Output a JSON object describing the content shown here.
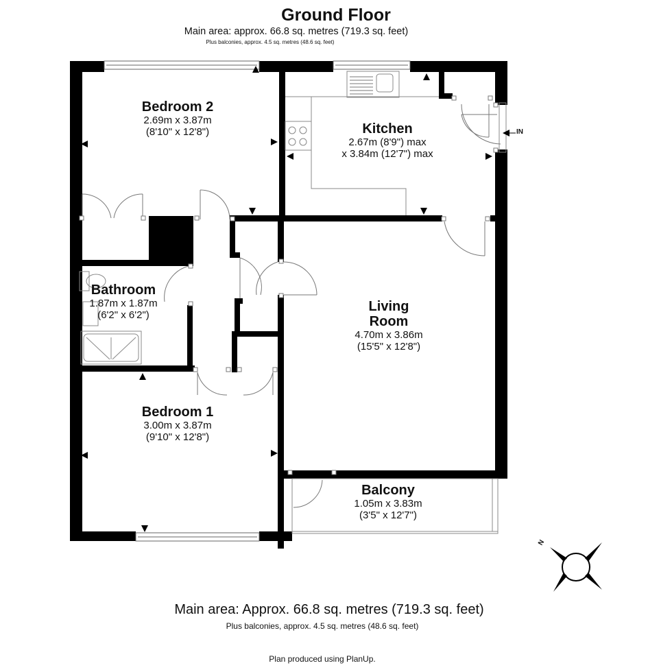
{
  "header": {
    "title": "Ground Floor",
    "main_area": "Main area: approx. 66.8 sq. metres (719.3 sq. feet)",
    "balconies": "Plus balconies, approx. 4.5 sq. metres (48.6 sq. feet)"
  },
  "rooms": [
    {
      "id": "bedroom-2",
      "name": "Bedroom 2",
      "dim_metric": "2.69m x 3.87m",
      "dim_imperial": "(8'10\" x 12'8\")"
    },
    {
      "id": "kitchen",
      "name": "Kitchen",
      "dim_metric": "2.67m (8'9\") max",
      "dim_imperial": "x 3.84m (12'7\") max"
    },
    {
      "id": "bathroom",
      "name": "Bathroom",
      "dim_metric": "1.87m x 1.87m",
      "dim_imperial": "(6'2\" x 6'2\")"
    },
    {
      "id": "living-room",
      "name": "Living",
      "name2": "Room",
      "dim_metric": "4.70m x 3.86m",
      "dim_imperial": "(15'5\" x 12'8\")"
    },
    {
      "id": "bedroom-1",
      "name": "Bedroom 1",
      "dim_metric": "3.00m x 3.87m",
      "dim_imperial": "(9'10\" x 12'8\")"
    },
    {
      "id": "balcony",
      "name": "Balcony",
      "dim_metric": "1.05m x 3.83m",
      "dim_imperial": "(3'5\" x 12'7\")"
    }
  ],
  "entrance": {
    "label": "IN"
  },
  "compass": {
    "north_label": "N"
  },
  "footer": {
    "main_area": "Main area: Approx. 66.8 sq. metres (719.3 sq. feet)",
    "balconies": "Plus balconies, approx. 4.5 sq. metres (48.6 sq. feet)",
    "credit": "Plan produced using PlanUp."
  },
  "colors": {
    "wall": "#000000",
    "fixture": "#888888",
    "background": "#ffffff"
  }
}
